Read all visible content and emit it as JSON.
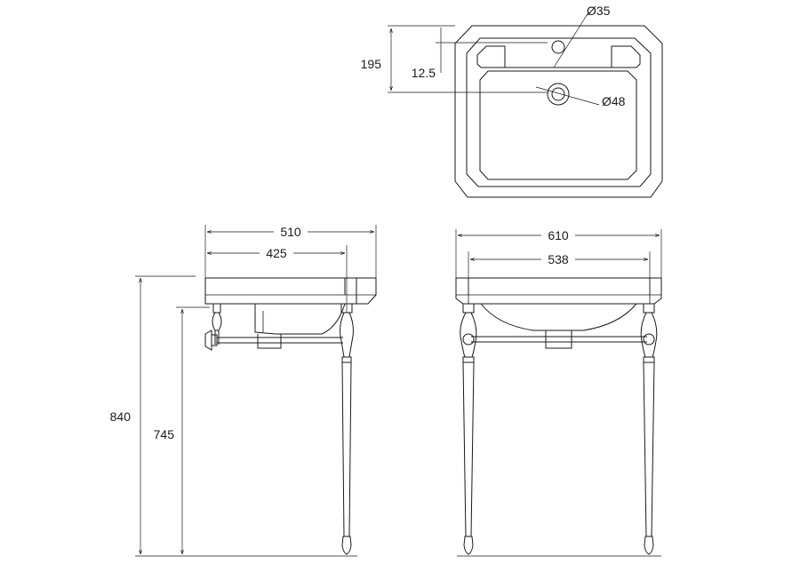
{
  "dimensions": {
    "tap_hole": "Ø35",
    "waste_hole": "Ø48",
    "depth_to_waste": "195",
    "depth_to_tap": "12.5",
    "overall_depth": "510",
    "inner_depth": "425",
    "overall_width": "610",
    "inner_width": "538",
    "overall_height": "840",
    "basin_underside_height": "745"
  }
}
